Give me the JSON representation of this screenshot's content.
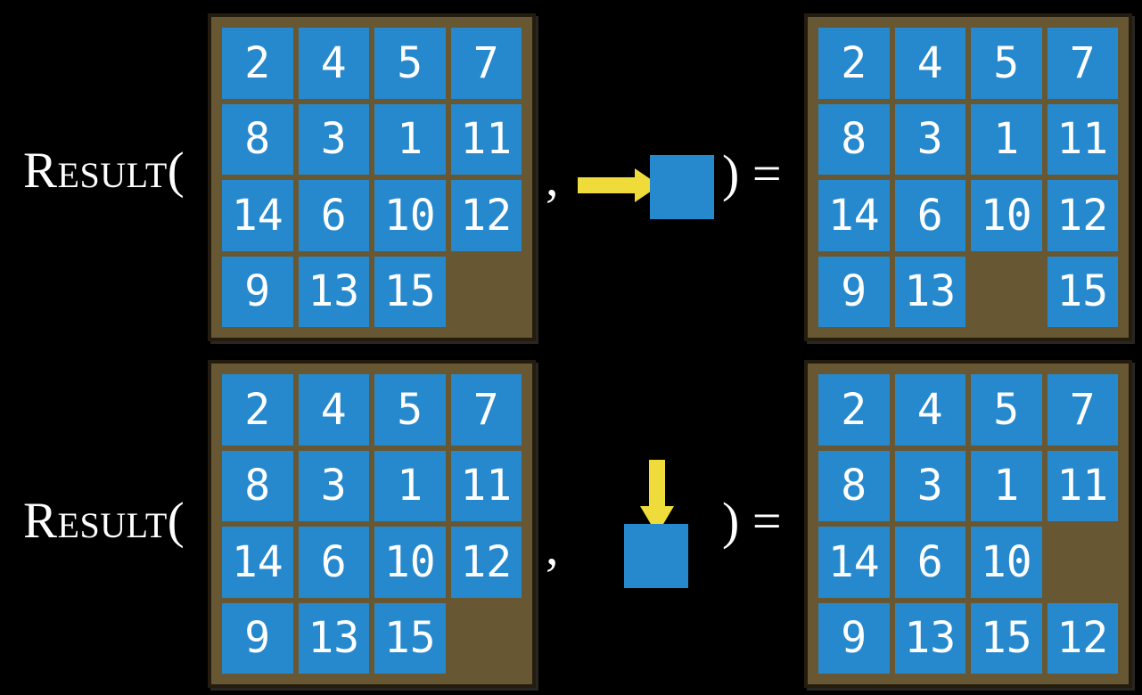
{
  "colors": {
    "background": "#000000",
    "board_background": "#675732",
    "board_border": "#231c0f",
    "tile_blue": "#2689CE",
    "arrow_yellow": "#EFDC3A",
    "text_white": "#FFFFFF"
  },
  "equations": [
    {
      "function_label": "Result(",
      "comma": ",",
      "move_icon": "right-arrow-into-square",
      "close_label": ") =",
      "input_board": [
        [
          "2",
          "4",
          "5",
          "7"
        ],
        [
          "8",
          "3",
          "1",
          "11"
        ],
        [
          "14",
          "6",
          "10",
          "12"
        ],
        [
          "9",
          "13",
          "15",
          ""
        ]
      ],
      "output_board": [
        [
          "2",
          "4",
          "5",
          "7"
        ],
        [
          "8",
          "3",
          "1",
          "11"
        ],
        [
          "14",
          "6",
          "10",
          "12"
        ],
        [
          "9",
          "13",
          "",
          "15"
        ]
      ]
    },
    {
      "function_label": "Result(",
      "comma": ",",
      "move_icon": "down-arrow-into-square",
      "close_label": ") =",
      "input_board": [
        [
          "2",
          "4",
          "5",
          "7"
        ],
        [
          "8",
          "3",
          "1",
          "11"
        ],
        [
          "14",
          "6",
          "10",
          "12"
        ],
        [
          "9",
          "13",
          "15",
          ""
        ]
      ],
      "output_board": [
        [
          "2",
          "4",
          "5",
          "7"
        ],
        [
          "8",
          "3",
          "1",
          "11"
        ],
        [
          "14",
          "6",
          "10",
          ""
        ],
        [
          "9",
          "13",
          "15",
          "12"
        ]
      ]
    }
  ]
}
